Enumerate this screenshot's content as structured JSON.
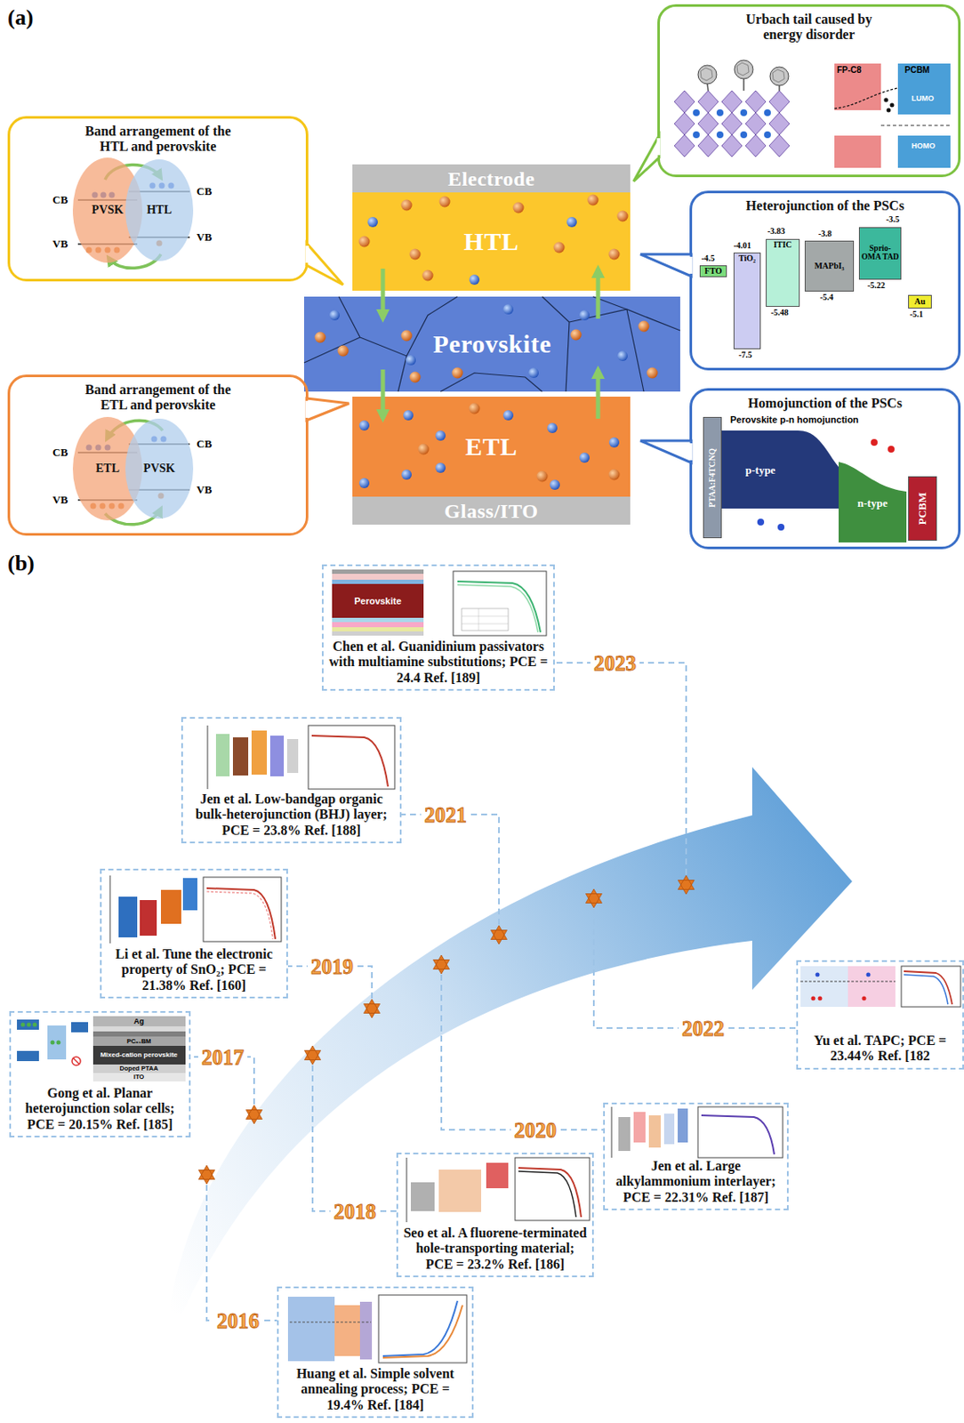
{
  "diagram": {
    "nodes": [
      {
        "text": [
          "Band arrangement of the HTL and perovskite"
        ]
      },
      {
        "text": [
          "PVSK"
        ],
        "in": 0
      },
      {
        "text": [
          "HTL"
        ],
        "in": 0
      },
      {
        "text": [
          "Urbach tail caused by energy disorder"
        ]
      },
      {
        "text": [
          "Electrode"
        ]
      },
      {
        "text": [
          "HTL"
        ]
      },
      {
        "text": [
          "Perovskite"
        ]
      },
      {
        "text": [
          "ETL"
        ]
      },
      {
        "text": [
          "Glass/ITO"
        ]
      },
      {
        "text": [
          "Heterojunction of the PSCs"
        ]
      },
      {
        "text": [
          "FTO"
        ],
        "in": 9
      },
      {
        "text": [
          "TiO₂"
        ],
        "in": 9
      },
      {
        "text": [
          "ITIC"
        ],
        "in": 9
      },
      {
        "text": [
          "MAPbI₃"
        ],
        "in": 9
      },
      {
        "text": [
          "Sprio-OMA TAD"
        ],
        "in": 9
      },
      {
        "text": [
          "Au"
        ],
        "in": 9
      },
      {
        "text": [
          "Band arrangement of the ETL and perovskite"
        ]
      },
      {
        "text": [
          "ETL"
        ],
        "in": 16
      },
      {
        "text": [
          "PVSK"
        ],
        "in": 16
      },
      {
        "text": [
          "Homojunction of the PSCs"
        ]
      },
      {
        "text": [
          "PTAA:F4TCNQ"
        ],
        "in": 19
      },
      {
        "text": [
          "p-type"
        ],
        "in": 19
      },
      {
        "text": [
          "n-type"
        ],
        "in": 19
      },
      {
        "text": [
          "PCBM"
        ],
        "in": 19
      },
      {
        "text": [
          "Chen et al. Guanidinium passivators with multiamine substitutions; PCE = 24.4 Ref. [189]"
        ]
      },
      {
        "text": [
          "Jen et al. Low-bandgap organic bulk-heterojunction (BHJ) layer; PCE = 23.8% Ref. [188]"
        ]
      },
      {
        "text": [
          "Li et al. Tune the electronic property of SnO₂; PCE = 21.38% Ref. [160]"
        ]
      },
      {
        "text": [
          "Gong et al. Planar heterojunction solar cells; PCE = 20.15% Ref. [185]"
        ]
      },
      {
        "text": [
          "Yu et al. TAPC; PCE = 23.44% Ref. [182"
        ]
      },
      {
        "text": [
          "Jen et al. Large alkylammonium interlayer; PCE = 22.31% Ref. [187]"
        ]
      },
      {
        "text": [
          "Seo et al. A fluorene-terminated hole-transporting material; PCE = 23.2% Ref. [186]"
        ]
      },
      {
        "text": [
          "Huang et al. Simple solvent annealing process; PCE = 19.4% Ref. [184]"
        ]
      }
    ],
    "edges": [
      {
        "from": 5,
        "to": 6,
        "arrow": "to"
      },
      {
        "from": 6,
        "to": 5,
        "arrow": "to"
      },
      {
        "from": 6,
        "to": 7,
        "arrow": "to"
      },
      {
        "from": 7,
        "to": 6,
        "arrow": "to"
      }
    ],
    "labels": [
      "(a)",
      "CB",
      "VB",
      "CB",
      "VB",
      "FP-C8",
      "PCBM",
      "LUMO",
      "HOMO",
      "-4.5",
      "-4.01",
      "-3.83",
      "-3.8",
      "-3.5",
      "-7.5",
      "-5.48",
      "-5.4",
      "-5.22",
      "-5.1",
      "CB",
      "VB",
      "CB",
      "VB",
      "Perovskite p-n homojunction",
      "(b)",
      "2023",
      "2021",
      "2019",
      "2017",
      "2022",
      "2020",
      "2018",
      "2016",
      "Perovskite",
      "Ag",
      "PC₆₁BM",
      "Mixed-cation perovskite",
      "Doped PTAA",
      "ITO"
    ]
  }
}
